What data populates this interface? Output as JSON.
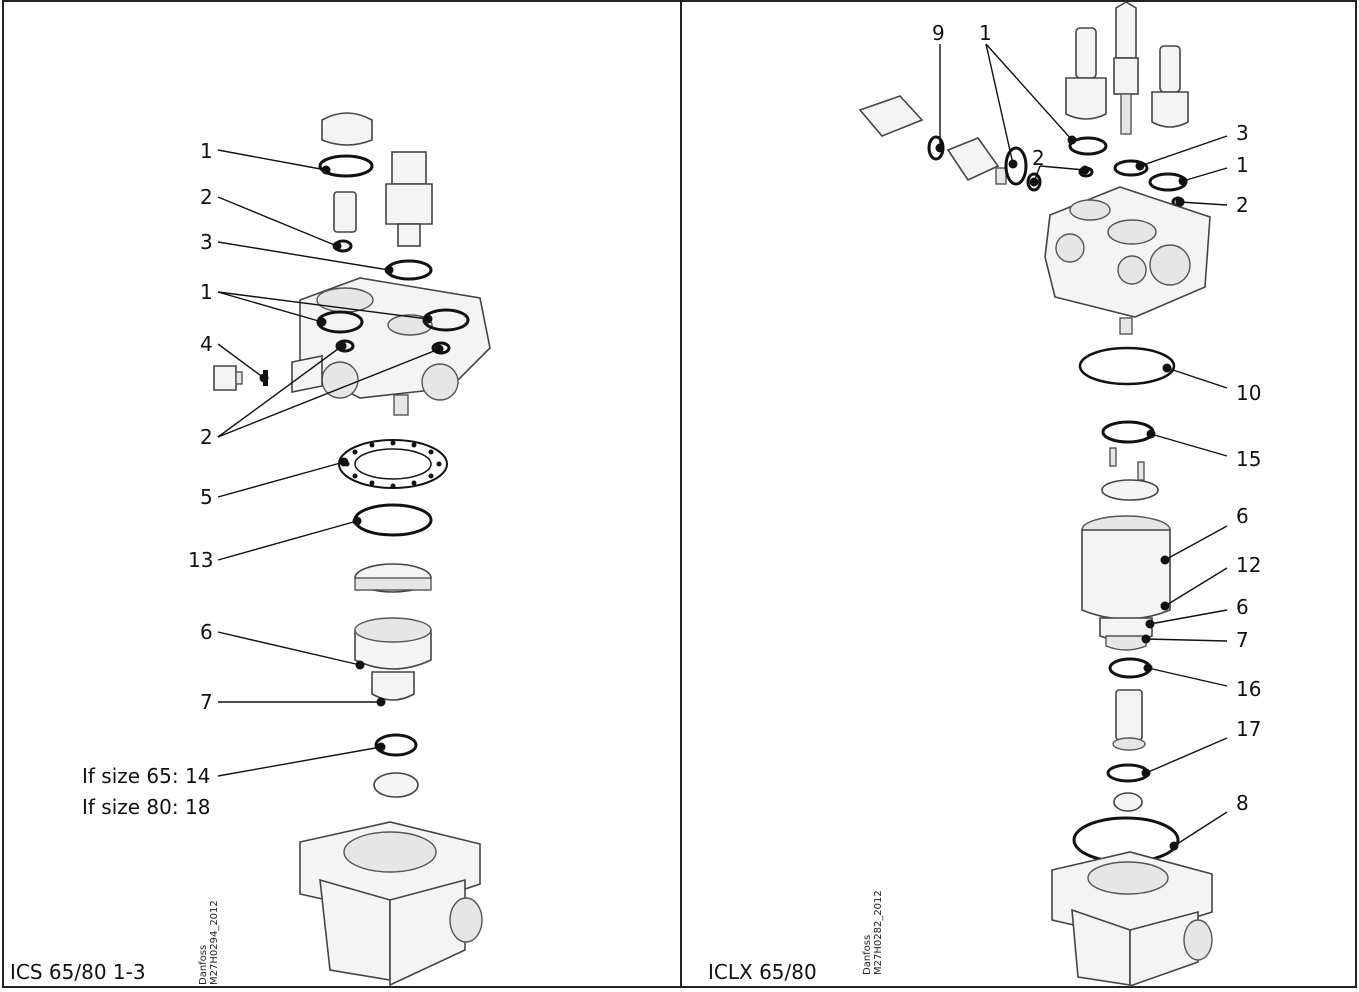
{
  "left": {
    "caption": "ICS 65/80 1-3",
    "stamp_line1": "Danfoss",
    "stamp_line2": "M27H0294_2012",
    "callouts": [
      "1",
      "2",
      "3",
      "1",
      "4",
      "2",
      "5",
      "13",
      "6",
      "7",
      "If size 65: 14",
      "If size 80: 18"
    ]
  },
  "right": {
    "caption": "ICLX 65/80",
    "stamp_line1": "Danfoss",
    "stamp_line2": "M27H0282_2012",
    "callouts": [
      "9",
      "1",
      "3",
      "1",
      "2",
      "2",
      "10",
      "15",
      "6",
      "12",
      "6",
      "7",
      "16",
      "17",
      "8"
    ]
  }
}
